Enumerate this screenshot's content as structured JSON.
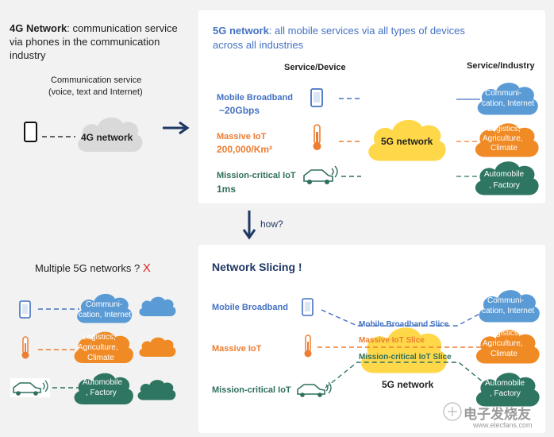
{
  "top_left": {
    "title_bold": "4G Network",
    "title_rest": ": communication service",
    "title_line2": "via phones in the communication",
    "title_line3": "industry",
    "service_line1": "Communication service",
    "service_line2": "(voice, text and Internet)",
    "cloud_label": "4G network"
  },
  "top_right": {
    "title_bold": "5G network",
    "title_rest": ": all mobile services via all types of devices",
    "title_line2": "across all industries",
    "col_device": "Service/Device",
    "col_industry": "Service/Industry",
    "services": [
      {
        "name": "Mobile Broadband",
        "value": "~20Gbps",
        "color": "#4472c4"
      },
      {
        "name": "Massive IoT",
        "value": "200,000/Km²",
        "color": "#ed7d31"
      },
      {
        "name": "Mission-critical IoT",
        "value": "1ms",
        "color": "#2f6f5e"
      }
    ],
    "center_cloud": "5G network",
    "industries": [
      "Communi-",
      "cation, Internet",
      "Logistics,",
      "Agriculture,",
      "Climate",
      "Automobile",
      ", Factory"
    ]
  },
  "middle": {
    "how_label": "how?"
  },
  "bottom_left": {
    "title": "Multiple 5G networks ?",
    "mark": "X",
    "industries": [
      "Communi-",
      "cation, Internet",
      "Logistics,",
      "Agriculture,",
      "Climate",
      "Automobile",
      ", Factory"
    ]
  },
  "bottom_right": {
    "title": "Network Slicing !",
    "services": [
      "Mobile Broadband",
      "Massive IoT",
      "Mission-critical IoT"
    ],
    "slices": [
      "Mobile Broadband Slice",
      "Massive IoT Slice",
      "Mission-critical IoT Slice"
    ],
    "center_label": "5G network",
    "industries": [
      "Communi-",
      "cation, Internet",
      "Logistics,",
      "Agriculture,",
      "Climate",
      "Automobile",
      ", Factory"
    ]
  },
  "watermark": {
    "text": "电子发烧友",
    "url": "www.elecfans.com"
  },
  "colors": {
    "blue": "#4472c4",
    "orange": "#ed7d31",
    "green": "#2f6f5e",
    "cloud_blue": "#5b9bd5",
    "cloud_orange": "#f08a24",
    "cloud_green": "#2e7562",
    "cloud_yellow": "#ffd84a",
    "cloud_gray": "#d9d9d9",
    "arrow_navy": "#1f3864"
  },
  "icons": [
    "phone-icon",
    "thermometer-icon",
    "car-icon",
    "cloud-icon",
    "arrow-right-icon",
    "arrow-down-icon"
  ]
}
